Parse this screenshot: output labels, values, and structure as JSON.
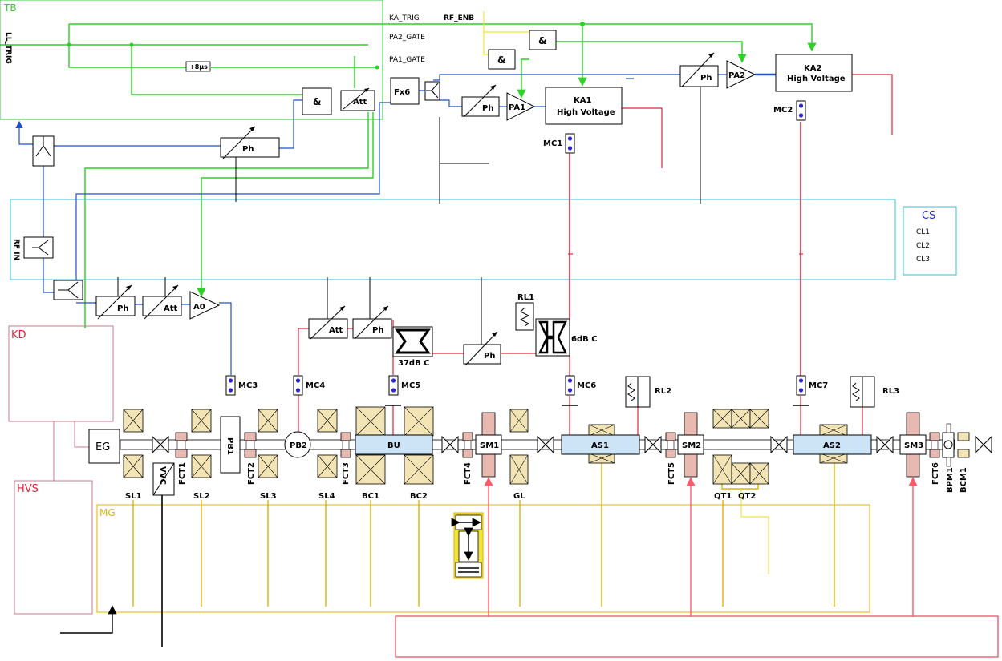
{
  "regions": {
    "tb": "TB",
    "cs": "CS",
    "kd": "KD",
    "hvs": "HVS",
    "mg": "MG"
  },
  "cs_items": [
    "CL1",
    "CL2",
    "CL3"
  ],
  "trigger_labels": {
    "ll_trig": "LL_TRIG",
    "ka_trig": "KA_TRIG",
    "rf_enb": "RF_ENB",
    "pa2_gate": "PA2_GATE",
    "pa1_gate": "PA1_GATE",
    "delay": "+8µs",
    "rf_in": "RF IN"
  },
  "blocks": {
    "and1": "&",
    "and2": "&",
    "and3": "&",
    "att_tb": "Att",
    "ph_tb": "Ph",
    "fx6": "Fx6",
    "ph_pa1": "Ph",
    "pa1": "PA1",
    "ka1_l1": "KA1",
    "ka1_l2": "High Voltage",
    "ph_pa2": "Ph",
    "pa2": "PA2",
    "ka2_l1": "KA2",
    "ka2_l2": "High Voltage",
    "ph_rf": "Ph",
    "att_rf": "Att",
    "a0": "A0",
    "att_bu": "Att",
    "ph_bu": "Ph",
    "c37": "37dB C",
    "ph_mid": "Ph",
    "rl1": "RL1",
    "c6": "6dB C",
    "rl2": "RL2",
    "rl3": "RL3"
  },
  "monitors": [
    "MC1",
    "MC2",
    "MC3",
    "MC4",
    "MC5",
    "MC6",
    "MC7"
  ],
  "beamline": {
    "eg": "EG",
    "vvc": "VVC",
    "fct1": "FCT1",
    "pb1": "PB1",
    "fct2": "FCT2",
    "pb2": "PB2",
    "fct3": "FCT3",
    "bu": "BU",
    "fct4": "FCT4",
    "sm1": "SM1",
    "as1": "AS1",
    "fct5": "FCT5",
    "sm2": "SM2",
    "as2": "AS2",
    "sm3": "SM3",
    "fct6": "FCT6",
    "bpm1": "BPM1",
    "bcm1": "BCM1"
  },
  "magnet_labels": [
    "SL1",
    "SL2",
    "SL3",
    "SL4",
    "BC1",
    "BC2",
    "GL",
    "QT1",
    "QT2"
  ],
  "colors": {
    "tb": "#34c934",
    "cs": "#2fc4d6",
    "kd": "#c97a8c",
    "mg": "#e2b300",
    "bottom_box": "#e0243c",
    "rf_blue": "#1f4fcf",
    "trigger_green": "#2bd125",
    "power_red": "#e0243c"
  }
}
